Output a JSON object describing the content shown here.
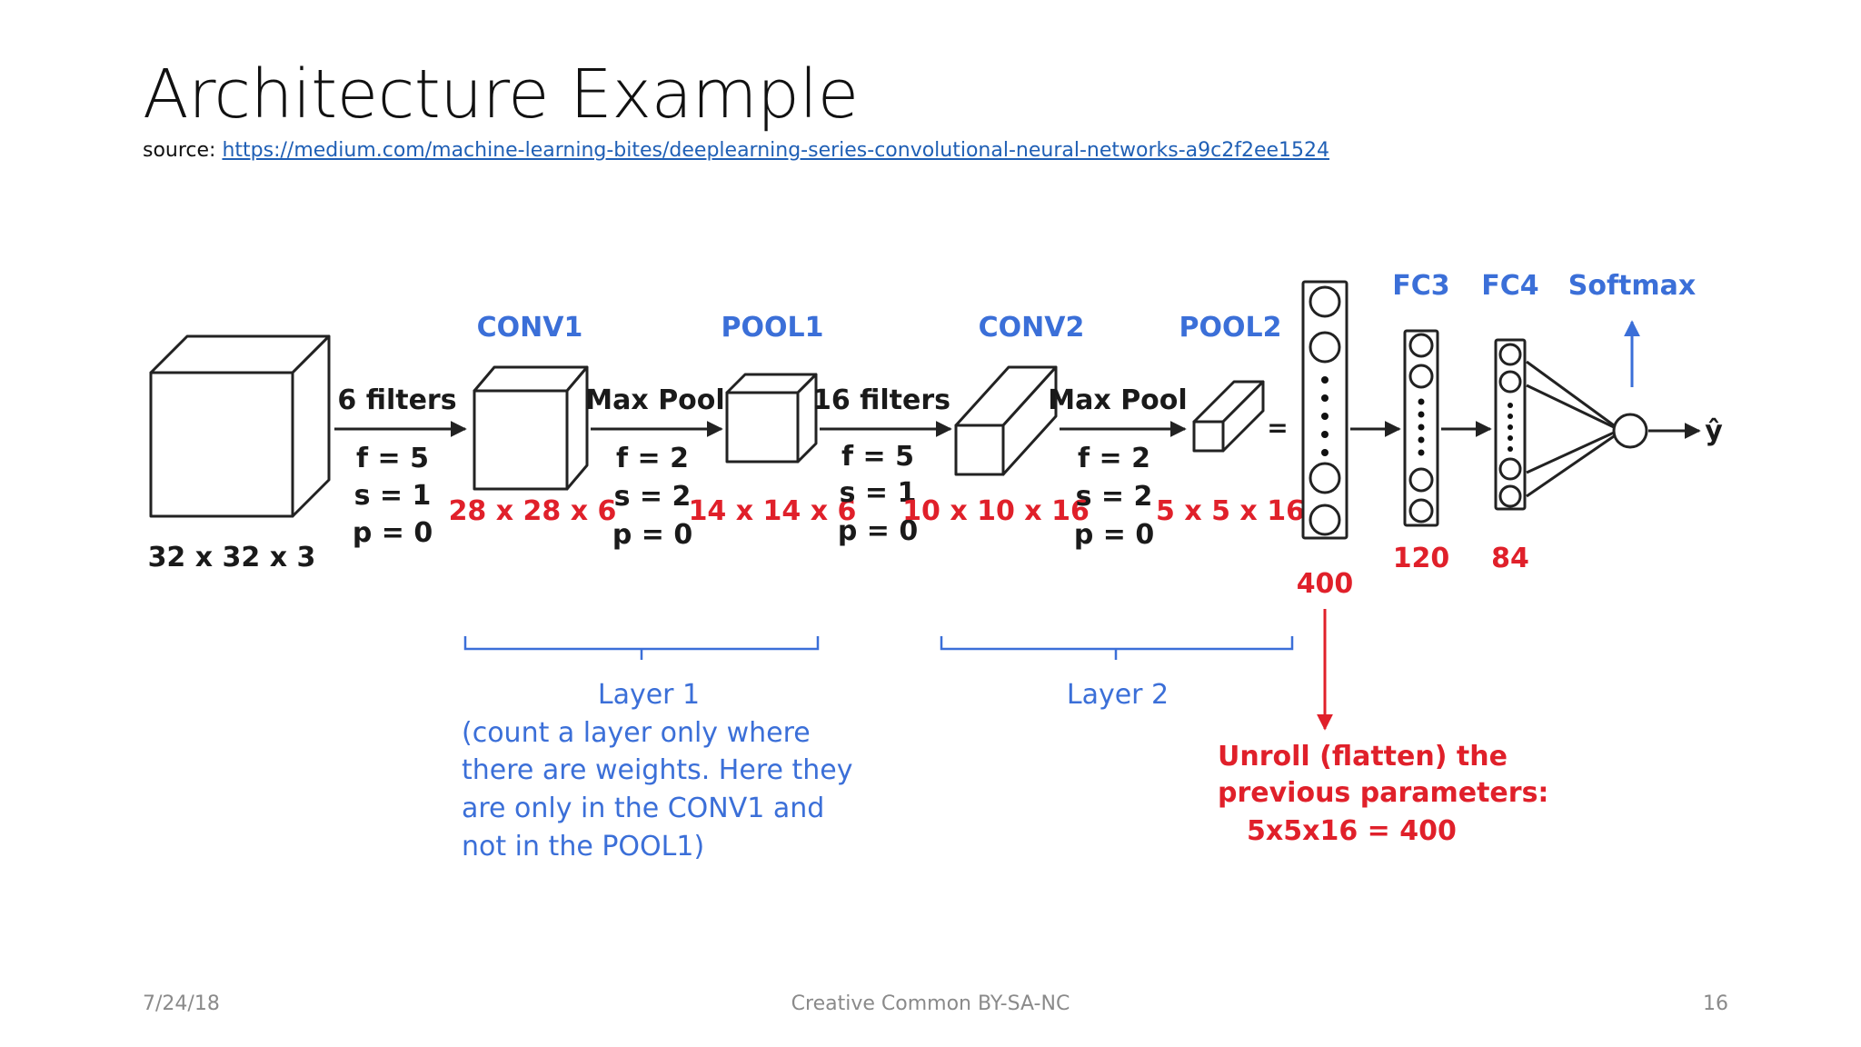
{
  "slide": {
    "title": "Architecture Example",
    "source_prefix": "source: ",
    "source_link": "https://medium.com/machine-learning-bites/deeplearning-series-convolutional-neural-networks-a9c2f2ee1524"
  },
  "diagram": {
    "input_dims": "32 x 32 x 3",
    "conv1": {
      "name": "CONV1",
      "op": "6 filters",
      "f": "f = 5",
      "s": "s = 1",
      "p": "p = 0",
      "out": "28 x 28 x 6"
    },
    "pool1": {
      "name": "POOL1",
      "op": "Max Pool",
      "f": "f = 2",
      "s": "s = 2",
      "p": "p = 0",
      "out": "14 x 14 x 6"
    },
    "conv2": {
      "name": "CONV2",
      "op": "16 filters",
      "f": "f = 5",
      "s": "s = 1",
      "p": "p = 0",
      "out": "10 x 10 x 16"
    },
    "pool2": {
      "name": "POOL2",
      "op": "Max Pool",
      "f": "f = 2",
      "s": "s = 2",
      "p": "p = 0",
      "out": "5 x 5 x 16"
    },
    "equals": "=",
    "flat": {
      "size": "400"
    },
    "fc3": {
      "name": "FC3",
      "size": "120"
    },
    "fc4": {
      "name": "FC4",
      "size": "84"
    },
    "softmax": {
      "name": "Softmax",
      "output": "ŷ"
    },
    "layer1": {
      "label": "Layer 1",
      "note": [
        "(count a layer only where",
        "there are weights. Here they",
        "are only in the CONV1 and",
        "not in the POOL1)"
      ]
    },
    "layer2": {
      "label": "Layer 2"
    },
    "unroll": {
      "lines": [
        "Unroll (flatten) the",
        "previous parameters:",
        "5x5x16 = 400"
      ]
    }
  },
  "footer": {
    "date": "7/24/18",
    "center": "Creative Common BY-SA-NC",
    "page": "16"
  }
}
